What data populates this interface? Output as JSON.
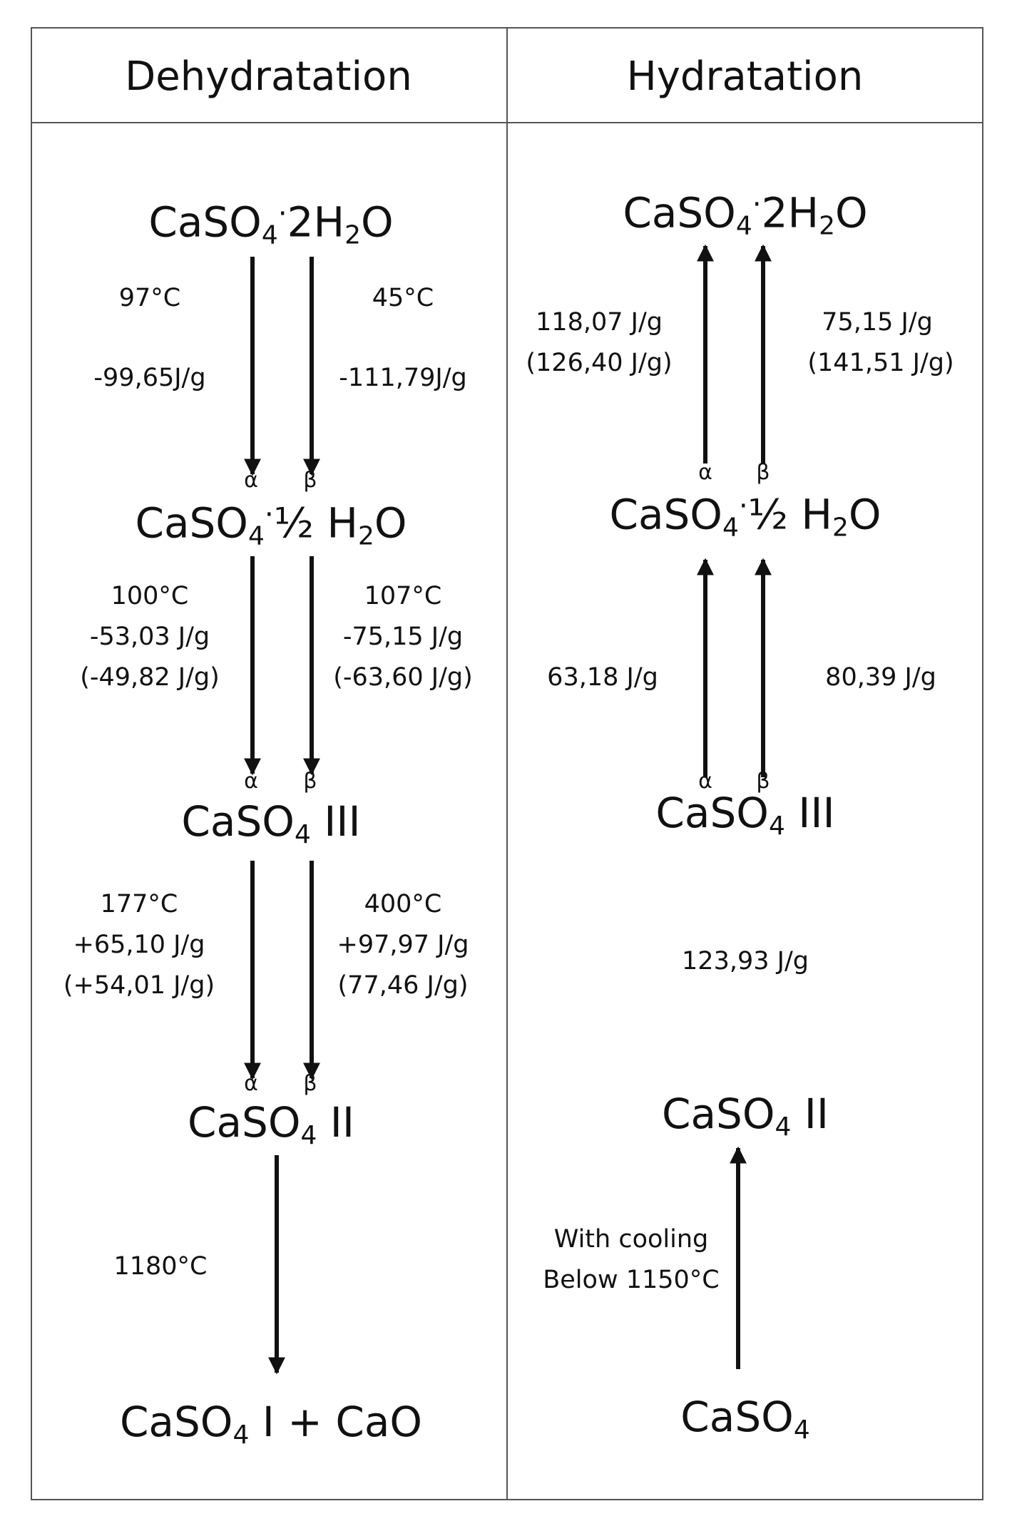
{
  "headers": {
    "dehydration": "Dehydratation",
    "hydration": "Hydratation"
  },
  "dehydration": {
    "gypsum": {
      "main": "CaSO",
      "sub": "4",
      "dot": "·",
      "rest": "2H",
      "sub2": "2",
      "tail": "O"
    },
    "hemihydrate": {
      "main": "CaSO",
      "sub": "4",
      "dot": "·",
      "rest": "½ H",
      "sub2": "2",
      "tail": "O"
    },
    "anhydrite3": {
      "main": "CaSO",
      "sub": "4",
      "rest": " III"
    },
    "anhydrite2": {
      "main": "CaSO",
      "sub": "4",
      "rest": " II"
    },
    "anhydrite1": {
      "main": "CaSO",
      "sub": "4",
      "rest": " I + CaO"
    },
    "step1_alpha": {
      "temp": "97°C",
      "energy": "-99,65J/g"
    },
    "step1_beta": {
      "temp": "45°C",
      "energy": "-111,79J/g"
    },
    "step2_alpha": {
      "temp": "100°C",
      "energy": "-53,03 J/g",
      "energy2": "(-49,82 J/g)"
    },
    "step2_beta": {
      "temp": "107°C",
      "energy": "-75,15 J/g",
      "energy2": "(-63,60 J/g)"
    },
    "step3_alpha": {
      "temp": "177°C",
      "energy": "+65,10 J/g",
      "energy2": "(+54,01 J/g)"
    },
    "step3_beta": {
      "temp": "400°C",
      "energy": "+97,97 J/g",
      "energy2": "(77,46 J/g)"
    },
    "step4": {
      "temp": "1180°C"
    }
  },
  "hydration": {
    "gypsum": {
      "main": "CaSO",
      "sub": "4",
      "dot": "·",
      "rest": "2H",
      "sub2": "2",
      "tail": "O"
    },
    "hemihydrate": {
      "main": "CaSO",
      "sub": "4",
      "dot": "·",
      "rest": "½ H",
      "sub2": "2",
      "tail": "O"
    },
    "anhydrite3": {
      "main": "CaSO",
      "sub": "4",
      "rest": " III"
    },
    "anhydrite2": {
      "main": "CaSO",
      "sub": "4",
      "rest": " II"
    },
    "anhydrite": {
      "main": "CaSO",
      "sub": "4"
    },
    "step1_alpha": {
      "energy": "118,07 J/g",
      "energy2": "(126,40 J/g)"
    },
    "step1_beta": {
      "energy": "75,15 J/g",
      "energy2": "(141,51 J/g)"
    },
    "step2_alpha": {
      "energy": "63,18 J/g"
    },
    "step2_beta": {
      "energy": "80,39 J/g"
    },
    "step3": {
      "energy": "123,93 J/g"
    },
    "step4": {
      "line1": "With cooling",
      "line2": "Below 1150°C"
    }
  },
  "greek": {
    "alpha": "α",
    "beta": "β"
  }
}
